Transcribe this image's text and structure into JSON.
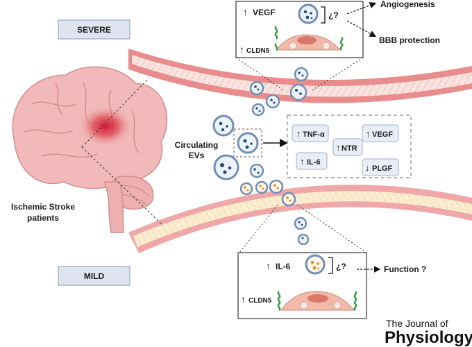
{
  "labels": {
    "severe": "SEVERE",
    "mild": "MILD",
    "patients_line1": "Ischemic Stroke",
    "patients_line2": "patients",
    "circulating_line1": "Circulating",
    "circulating_line2": "EVs"
  },
  "severe_box": {
    "arrow": "↑",
    "marker": "VEGF",
    "question": "¿?",
    "cldn5_arrow": "↑",
    "cldn5": "CLDN5"
  },
  "severe_outcomes": [
    "Angiogenesis",
    "BBB protection"
  ],
  "mild_box": {
    "arrow": "↑",
    "marker": "IL-6",
    "question": "¿?",
    "cldn5_arrow": "↑",
    "cldn5": "CLDN5"
  },
  "mild_outcome": "Function ?",
  "cargo": [
    {
      "arrow": "↑",
      "label": "TNF-α"
    },
    {
      "arrow": "↑",
      "label": "VEGF"
    },
    {
      "arrow": "↑",
      "label": "NTR"
    },
    {
      "arrow": "↑",
      "label": "IL-6"
    },
    {
      "arrow": "↓",
      "label": "PLGF"
    }
  ],
  "journal": {
    "line1": "The Journal of",
    "line2": "Physiology"
  },
  "colors": {
    "vessel_outer": "#e98c8c",
    "vessel_inner": "#f6d0cb",
    "severe_label_bg": "#dfe4f1",
    "label_border": "#8a93b6",
    "ev_membrane": "#6f8eb8",
    "ev_dot_blue": "#1f4e79",
    "ev_dot_orange": "#e08a1e",
    "cargo_box_bg": "#e8edf7",
    "cell_body": "#f2b8a8",
    "nucleus": "#d9776a",
    "junction_green": "#2e9e3a",
    "brain": "#f1b9b9",
    "infarct": "#cf2d3a"
  }
}
